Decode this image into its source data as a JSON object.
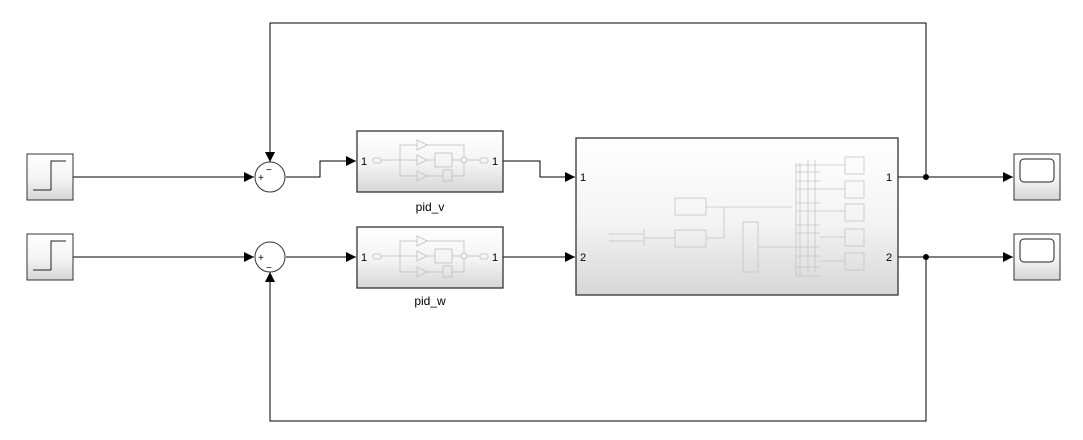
{
  "blocks": {
    "pid_v": {
      "name": "pid_v",
      "in_port": "1",
      "out_port": "1"
    },
    "pid_w": {
      "name": "pid_w",
      "in_port": "1",
      "out_port": "1"
    },
    "plant": {
      "in1": "1",
      "in2": "2",
      "out1": "1",
      "out2": "2"
    },
    "sum_v": {
      "plus": "+",
      "minus": "−"
    },
    "sum_w": {
      "plus": "+",
      "minus": "−"
    }
  },
  "colors": {
    "line": "#000000",
    "block_border": "#333333",
    "block_fill_top": "#ffffff",
    "block_fill_bottom": "#d8d8d8",
    "mask_graphic": "#bdbdbd"
  },
  "icons": {
    "step_source": "step-icon",
    "scope_sink": "scope-icon"
  }
}
